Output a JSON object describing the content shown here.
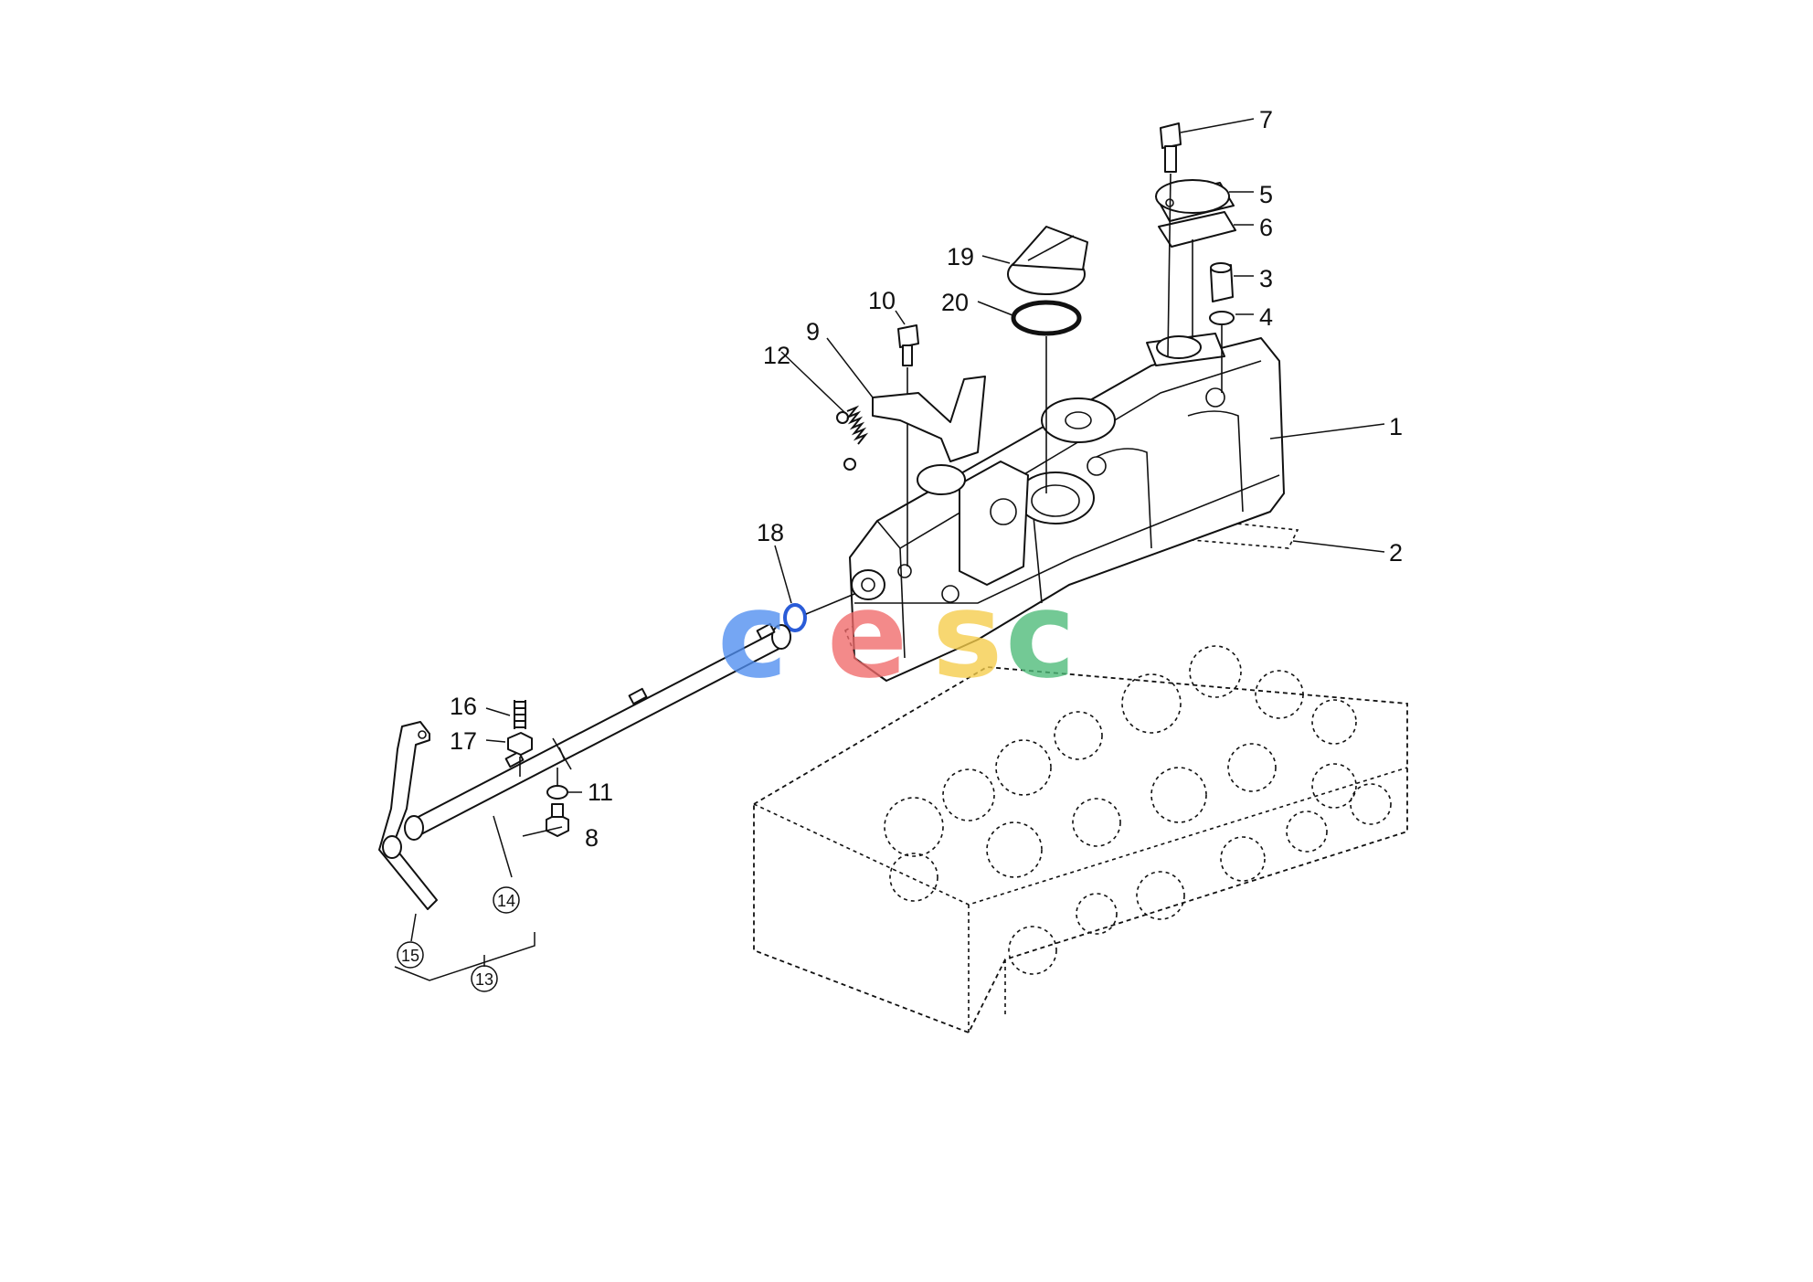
{
  "labels": {
    "p1": "1",
    "p2": "2",
    "p3": "3",
    "p4": "4",
    "p5": "5",
    "p6": "6",
    "p7": "7",
    "p8": "8",
    "p9": "9",
    "p10": "10",
    "p11": "11",
    "p12": "12",
    "p16": "16",
    "p17": "17",
    "p18": "18",
    "p19": "19",
    "p20": "20"
  },
  "circled_labels": {
    "p13": "13",
    "p14": "14",
    "p15": "15"
  },
  "watermark": {
    "letters": [
      "c",
      "e",
      "s",
      "c"
    ],
    "colors": [
      "#4f8ef0",
      "#f06a6a",
      "#f5cc4a",
      "#4dbb78"
    ]
  },
  "colors": {
    "line": "#111111",
    "oring_18": "#2a5cd8"
  }
}
